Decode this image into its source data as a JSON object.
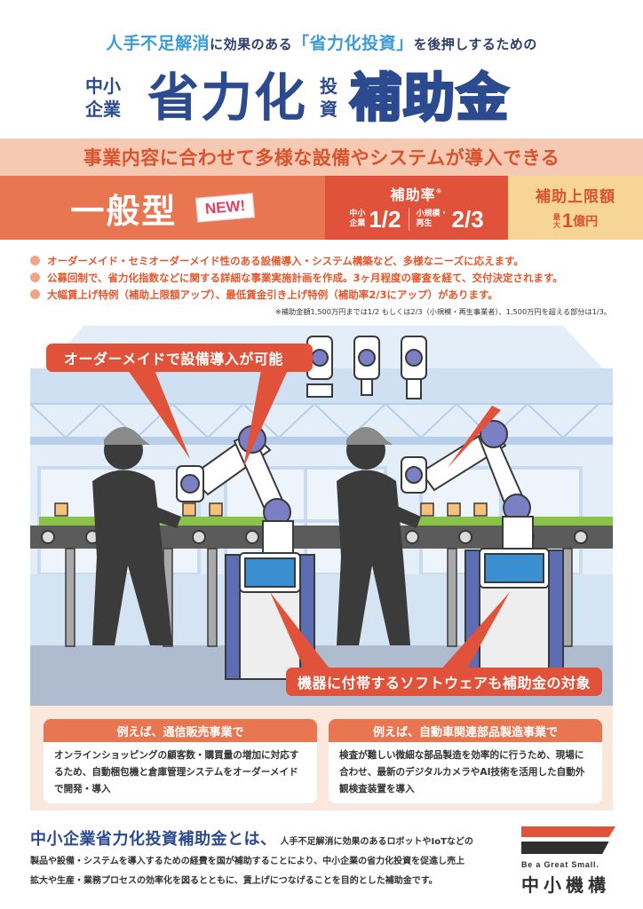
{
  "header": {
    "tagline": {
      "part1": "人手不足解消",
      "part2": "に効果のある",
      "bracket_open": "「",
      "part3": "省力化投資",
      "bracket_close": "」",
      "part4": "を後押しするための"
    },
    "title": {
      "prefix_line1": "中小",
      "prefix_line2": "企業",
      "main": "省力化",
      "mid_line1": "投",
      "mid_line2": "資",
      "outlined": "補助金"
    }
  },
  "subheading": "事業内容に合わせて多様な設備やシステムが導入できる",
  "type_band": {
    "type_name": "一般型",
    "badge": "NEW!",
    "rate": {
      "title": "補助率",
      "note_mark": "※",
      "sme_label_line1": "中小",
      "sme_label_line2": "企業",
      "sme_value": "1/2",
      "small_label_line1": "小規模・",
      "small_label_line2": "再生",
      "small_value": "2/3"
    },
    "cap": {
      "title": "補助上限額",
      "label_line1": "最",
      "label_line2": "大",
      "value": "1",
      "unit": "億円"
    }
  },
  "bullets": [
    "オーダーメイド・セミオーダーメイド性のある設備導入・システム構築など、多様なニーズに応えます。",
    "公募回制で、省力化指数などに関する詳細な事業実施計画を作成。3ヶ月程度の審査を経て、交付決定されます。",
    "大幅賃上げ特例（補助上限額アップ）、最低賃金引き上げ特例（補助率2/3にアップ）があります。"
  ],
  "footnote": "※補助金額1,500万円までは1/2 もしくは2/3（小規模・再生事業者）、1,500万円を超える部分は1/3。",
  "illustration": {
    "callout_top": "オーダーメイドで設備導入が可能",
    "callout_bottom": "機器に付帯するソフトウェアも補助金の対象"
  },
  "examples": [
    {
      "title": "例えば、通信販売事業で",
      "body": "オンラインショッピングの顧客数・購買量の増加に対応するため、自動梱包機と倉庫管理システムをオーダーメイドで開発・導入"
    },
    {
      "title": "例えば、自動車関連部品製造事業で",
      "body": "検査が難しい微細な部品製造を効率的に行うため、現場に合わせ、最新のデジタルカメラやAI技術を活用した自動外観検査装置を導入"
    }
  ],
  "about": {
    "lead": "中小企業省力化投資補助金とは、",
    "line1": "人手不足解消に効果のあるロボットやIoTなどの",
    "line2": "製品や設備・システムを導入するための経費を国が補助することにより、中小企業の省力化投資を促進し売上",
    "line3": "拡大や生産・業務プロセスの効率化を図るとともに、賃上げにつなげることを目的とした補助金です。"
  },
  "logo": {
    "tagline": "Be a Great Small.",
    "name": "中小機構"
  },
  "colors": {
    "navy": "#2b4a8f",
    "sky": "#3c9bd6",
    "orange": "#e87650",
    "red": "#e0533a",
    "peach": "#f6c9b2",
    "yellow": "#f7d597",
    "pink": "#e23f5e"
  }
}
